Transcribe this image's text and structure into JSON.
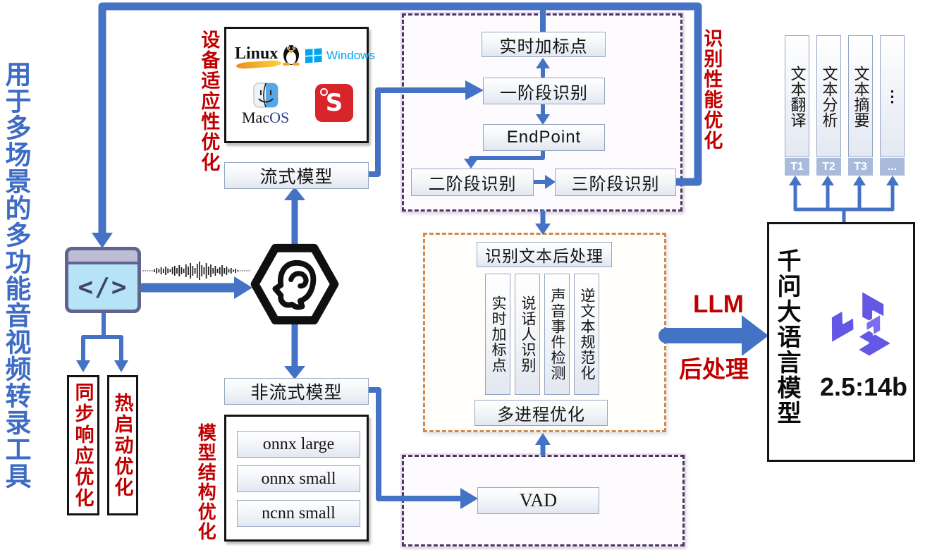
{
  "title": "用于多场景的多功能音视频转录工具",
  "colors": {
    "accent_blue": "#4472C4",
    "label_red": "#C00000",
    "qwen_purple": "#6457E6"
  },
  "client": {
    "code_glyph": "</>"
  },
  "os_box": {
    "linux": "Linux",
    "windows": "Windows",
    "macos_mac": "Mac",
    "macos_os": "OS",
    "s_logo": "S"
  },
  "optimizations": {
    "device": "设备适应性优化",
    "recognition_perf": "识别性能优化",
    "model_structure": "模型结构优化",
    "sync_response": "同步响应优化",
    "hot_start": "热启动优化"
  },
  "models": {
    "streaming": "流式模型",
    "non_streaming": "非流式模型",
    "variants": [
      "onnx large",
      "onnx small",
      "ncnn small"
    ]
  },
  "streaming_pipeline": {
    "realtime_punct": "实时加标点",
    "stage1": "一阶段识别",
    "endpoint": "EndPoint",
    "stage2": "二阶段识别",
    "stage3": "三阶段识别"
  },
  "post_processing": {
    "title": "识别文本后处理",
    "modules": [
      "实时加标点",
      "说话人识别",
      "声音事件检测",
      "逆文本规范化"
    ],
    "multiprocess": "多进程优化"
  },
  "vad": "VAD",
  "llm_arrow": {
    "top": "LLM",
    "bottom": "后处理"
  },
  "llm_box": {
    "name": "千问大语言模型",
    "version": "2.5:14b"
  },
  "tasks": {
    "items": [
      {
        "label": "文本翻译",
        "tag": "T1"
      },
      {
        "label": "文本分析",
        "tag": "T2"
      },
      {
        "label": "文本摘要",
        "tag": "T3"
      },
      {
        "label": "⋮",
        "tag": "..."
      }
    ]
  }
}
